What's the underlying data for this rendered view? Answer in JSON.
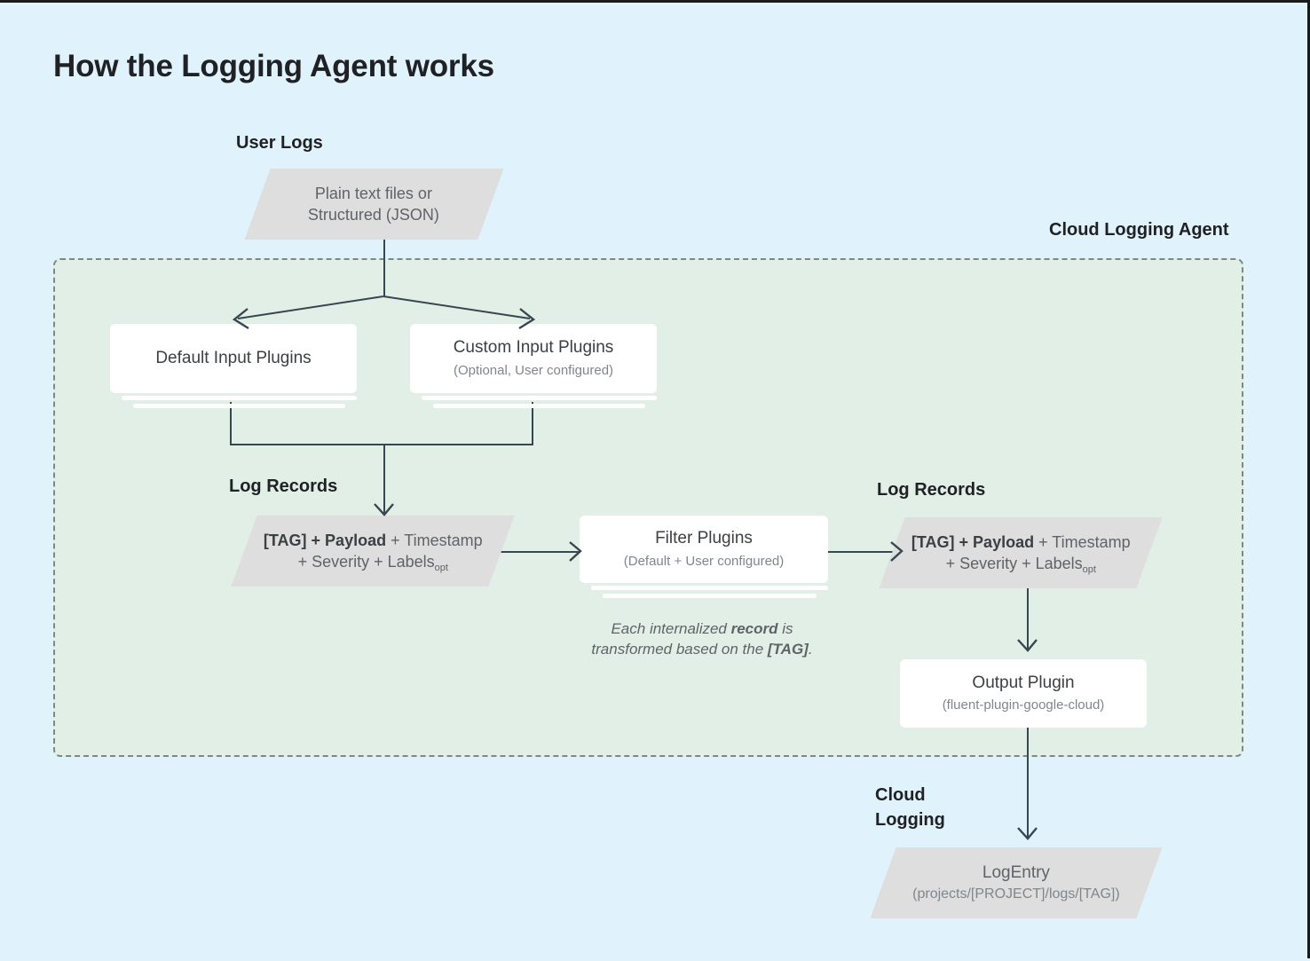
{
  "page": {
    "title": "How the Logging Agent works",
    "background_color": "#e0f3fc",
    "agent_region_color": "#e2efe7",
    "node_gray": "#dedede",
    "line_color": "#37474f"
  },
  "labels": {
    "user_logs": "User Logs",
    "cloud_logging_agent": "Cloud Logging Agent",
    "log_records_left": "Log Records",
    "log_records_right": "Log Records",
    "cloud_logging_line1": "Cloud",
    "cloud_logging_line2": "Logging"
  },
  "nodes": {
    "user_logs_source": {
      "line1": "Plain text files or",
      "line2": "Structured (JSON)"
    },
    "default_input": {
      "title": "Default Input Plugins",
      "subtitle": ""
    },
    "custom_input": {
      "title": "Custom Input Plugins",
      "subtitle": "(Optional, User configured)"
    },
    "log_record_left": {
      "bold_part": "[TAG] + Payload",
      "rest_part": " + Timestamp",
      "line2": "+ Severity + Labels",
      "subscript": "opt"
    },
    "filter_plugins": {
      "title": "Filter Plugins",
      "subtitle": "(Default + User configured)"
    },
    "log_record_right": {
      "bold_part": "[TAG] + Payload",
      "rest_part": " + Timestamp",
      "line2": "+ Severity + Labels",
      "subscript": "opt"
    },
    "output_plugin": {
      "title": "Output Plugin",
      "subtitle": "(fluent-plugin-google-cloud)"
    },
    "log_entry": {
      "title": "LogEntry",
      "subtitle": "(projects/[PROJECT]/logs/[TAG])"
    }
  },
  "caption": {
    "line1_a": "Each internalized ",
    "line1_bold": "record",
    "line1_b": " is",
    "line2_a": "transformed based on the ",
    "line2_bold": "[TAG]",
    "line2_b": "."
  }
}
